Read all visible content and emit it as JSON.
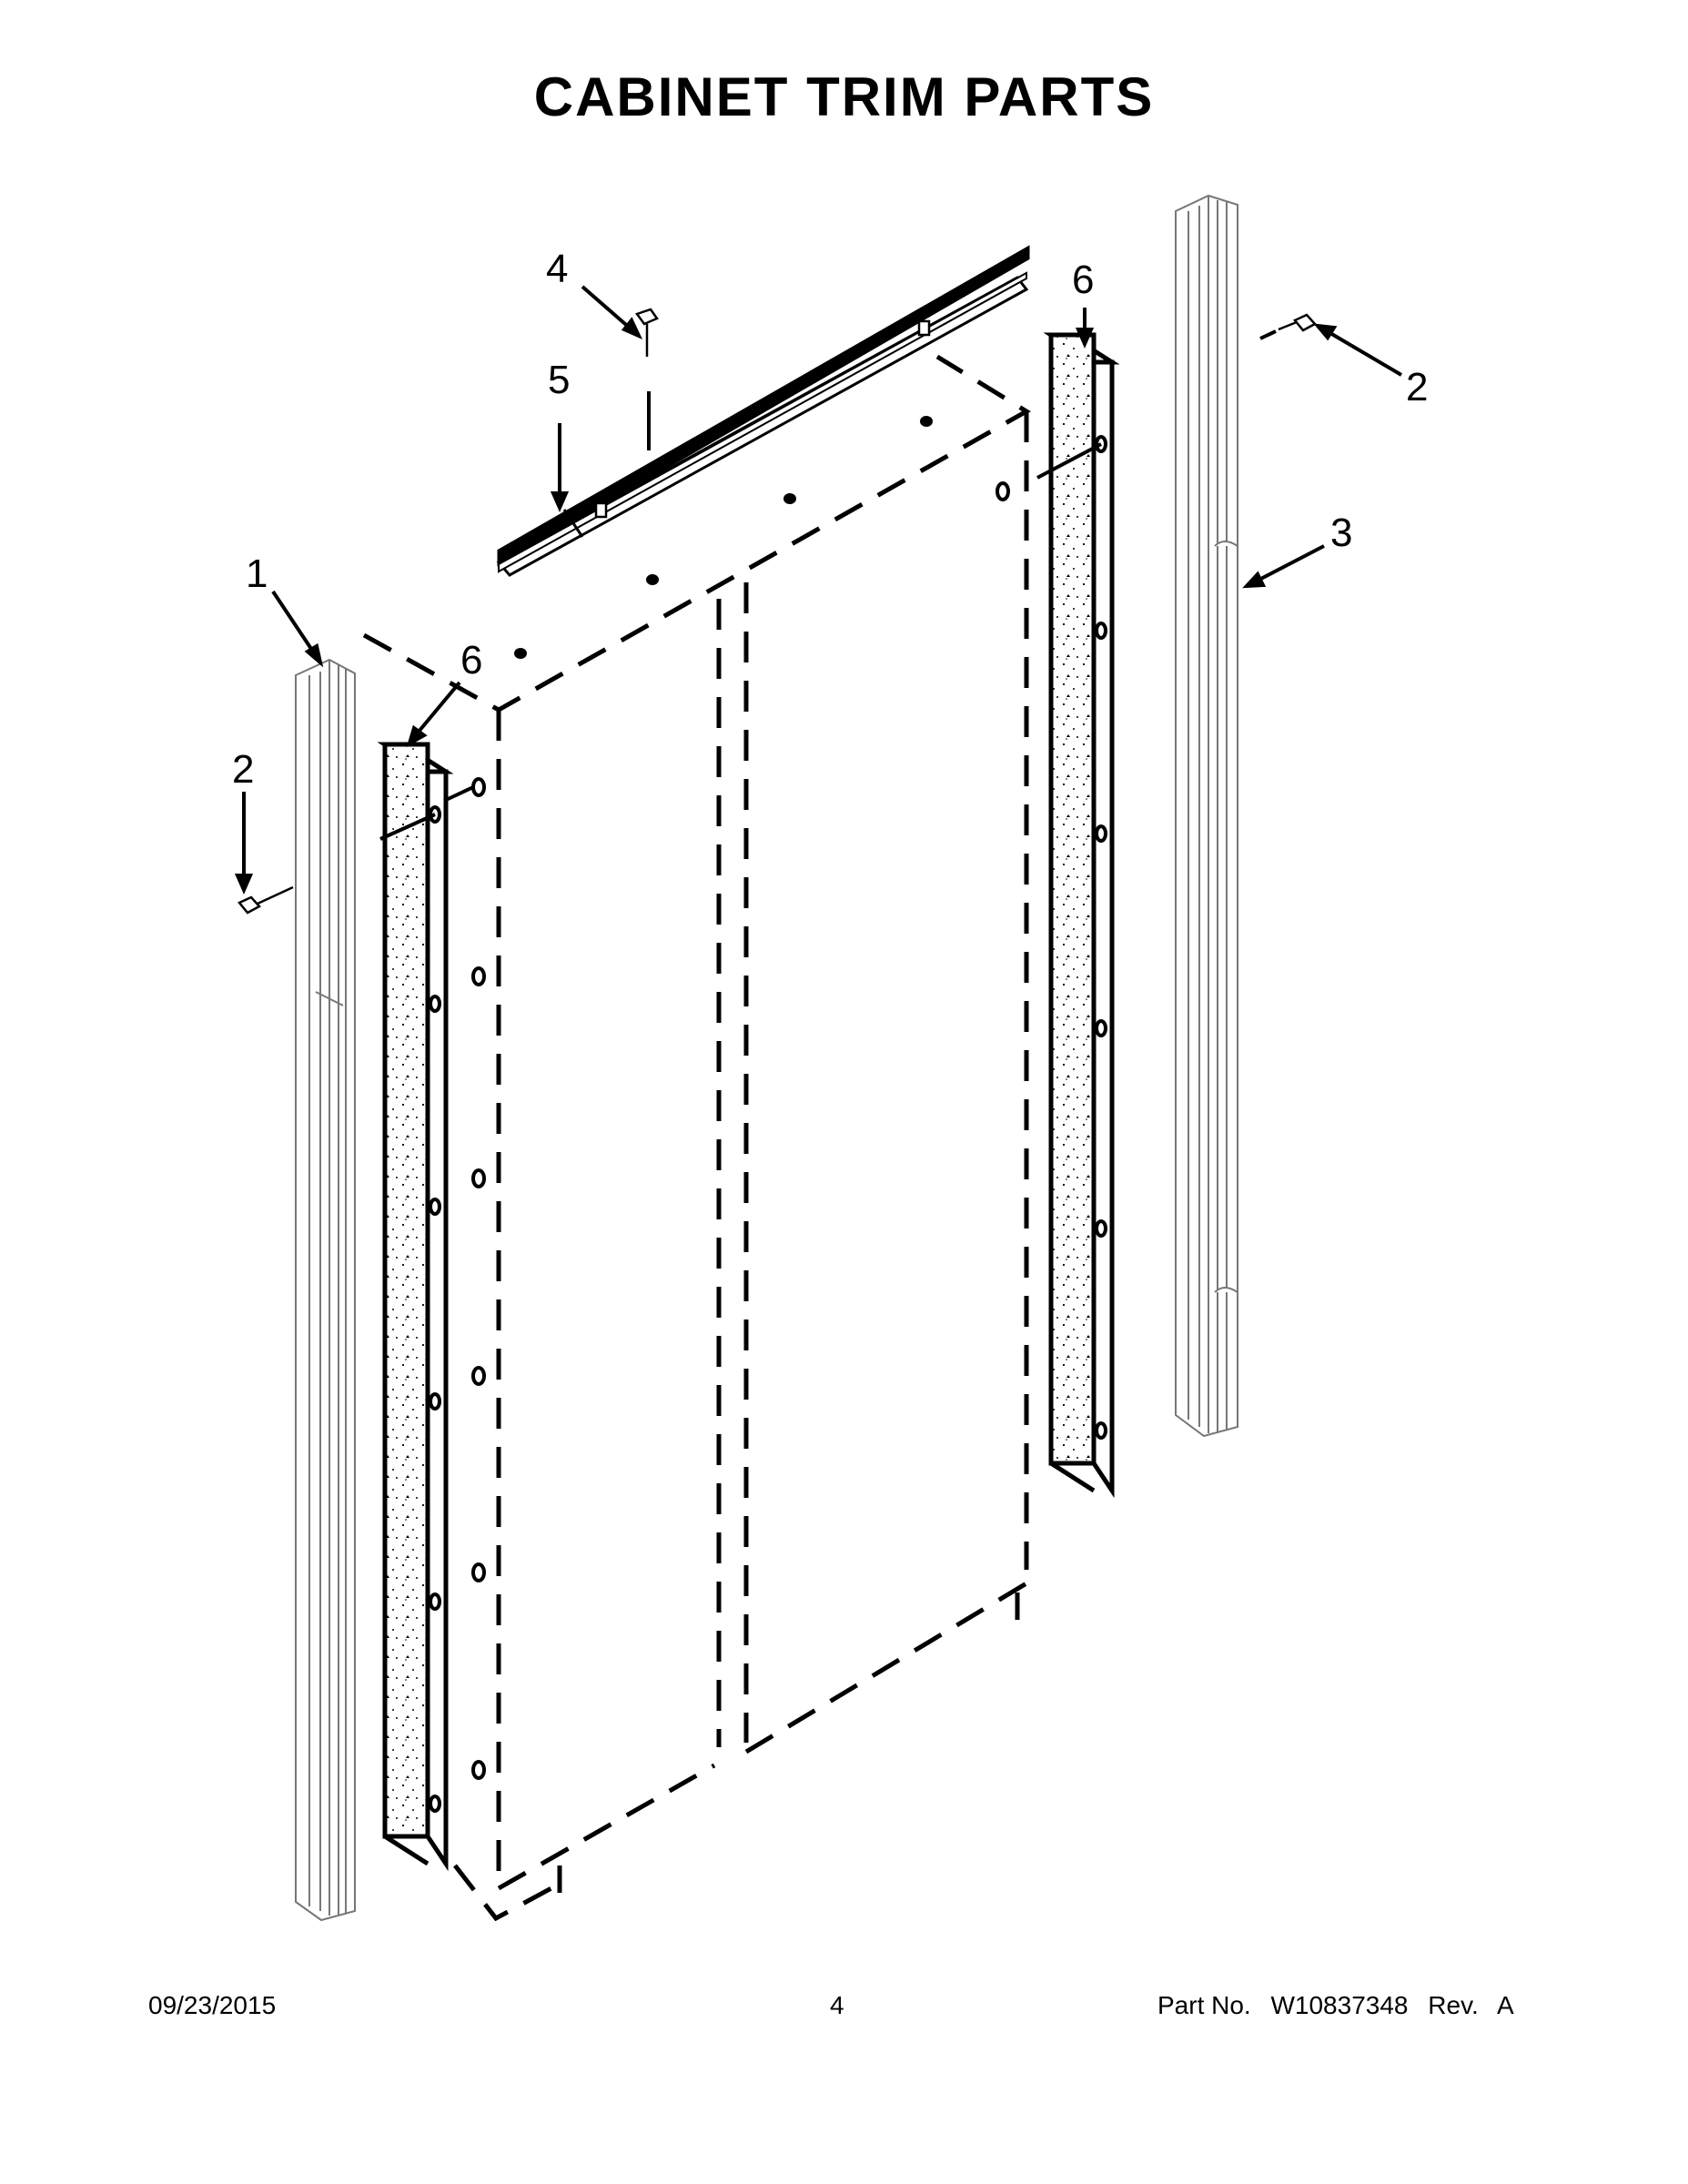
{
  "page": {
    "title": "CABINET TRIM PARTS"
  },
  "callouts": {
    "c1": "1",
    "c2_left": "2",
    "c2_right": "2",
    "c3": "3",
    "c4": "4",
    "c5": "5",
    "c6_left": "6",
    "c6_right": "6"
  },
  "footer": {
    "date": "09/23/2015",
    "page_number": "4",
    "part_label": "Part No.",
    "part_number": "W10837348",
    "rev_label": "Rev.",
    "rev_value": "A"
  }
}
